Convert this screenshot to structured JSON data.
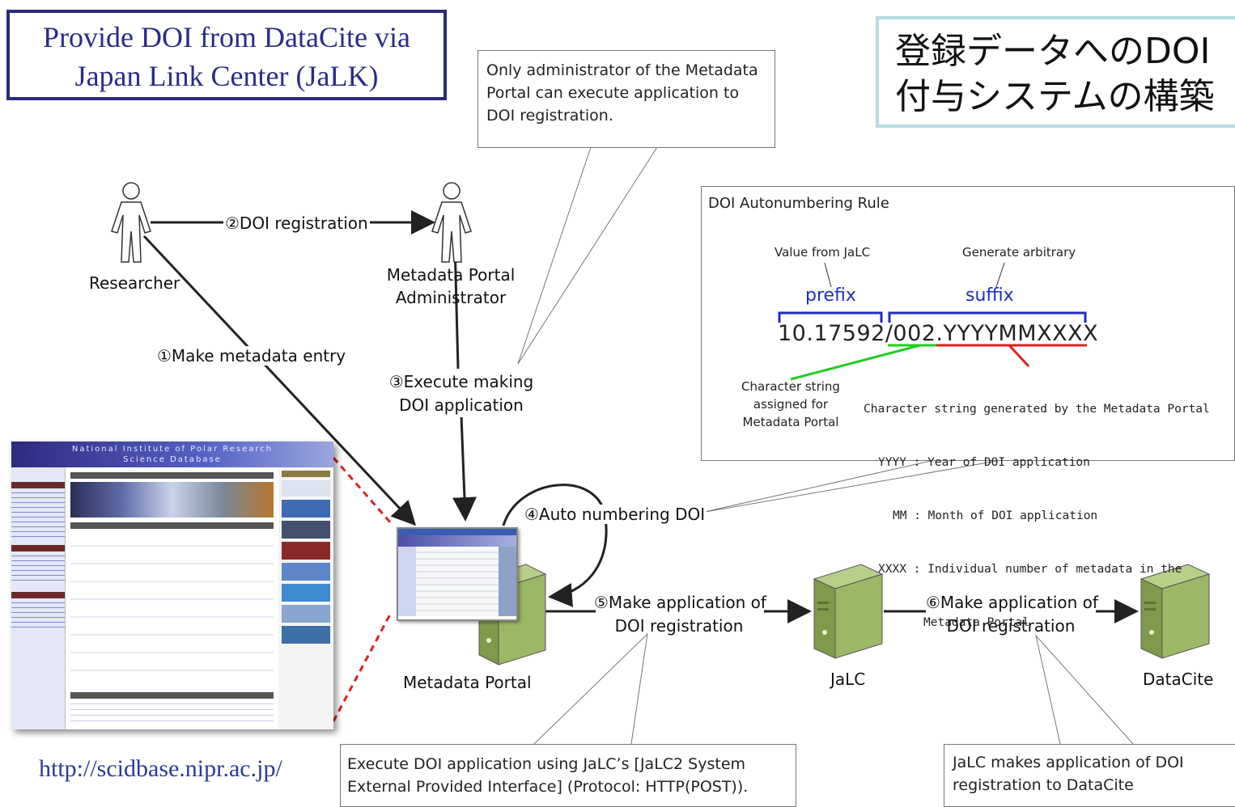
{
  "title": {
    "line1": "Provide DOI from DataCite via",
    "line2": "Japan Link Center (JaLK)"
  },
  "jp_title": {
    "line1": "登録データへのDOI",
    "line2": "付与システムの構築"
  },
  "admin_note": {
    "line1": "Only administrator of the Metadata",
    "line2": "Portal can execute application to",
    "line3": "DOI registration."
  },
  "actors": {
    "researcher": "Researcher",
    "admin_line1": "Metadata Portal",
    "admin_line2": "Administrator"
  },
  "steps": {
    "s1": "①Make metadata entry",
    "s2": "②DOI registration",
    "s3_line1": "③Execute making",
    "s3_line2": "DOI application",
    "s4": "④Auto numbering DOI",
    "s5_line1": "⑤Make application of",
    "s5_line2": "DOI registration",
    "s6_line1": "⑥Make application of",
    "s6_line2": "DOI registration"
  },
  "servers": {
    "portal": "Metadata Portal",
    "jalc": "JaLC",
    "datacite": "DataCite"
  },
  "rule": {
    "title": "DOI Autonumbering Rule",
    "value_from": "Value from JaLC",
    "generate": "Generate arbitrary",
    "prefix": "prefix",
    "suffix": "suffix",
    "doi": "10.17592/002.YYYYMMXXXX",
    "char_left_1": "Character string",
    "char_left_2": "assigned for",
    "char_left_3": "Metadata Portal",
    "char_right_title": "Character string generated by the Metadata Portal",
    "yyyy": "YYYY : Year of DOI application",
    "mm": "MM : Month of DOI application",
    "xxxx_1": "XXXX : Individual number of metadata in the",
    "xxxx_2": "Metadata Portal"
  },
  "screenshot": {
    "header_line1": "National Institute of Polar Research",
    "header_line2": "Science Database"
  },
  "url": "http://scidbase.nipr.ac.jp/",
  "bottom_note_left": {
    "line1": "Execute DOI application using JaLC’s [JaLC2 System",
    "line2": "External Provided Interface] (Protocol: HTTP(POST))."
  },
  "bottom_note_right": {
    "line1": "JaLC makes application of DOI",
    "line2": "registration to DataCite"
  },
  "colors": {
    "title_border": "#2a2a7a",
    "jp_border": "#b6dce2",
    "bracket": "#1f2fbf",
    "green_line": "#22cc22",
    "red_line": "#dd2222",
    "server": "#8fae5a"
  }
}
